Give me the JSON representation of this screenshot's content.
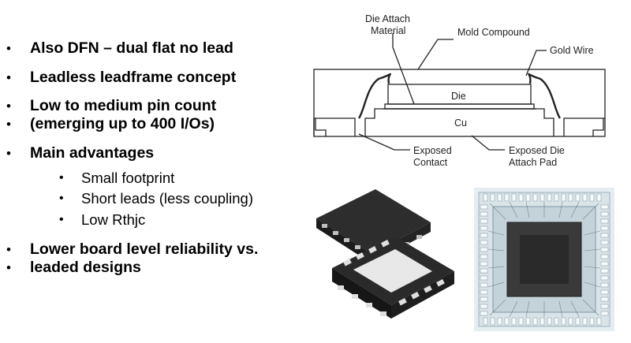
{
  "bullets": {
    "b1": "Also DFN – dual flat no lead",
    "b2": "Leadless leadframe concept",
    "b3_line1": "Low to medium pin count",
    "b3_line2": "(emerging up to 400 I/Os)",
    "b4": "Main advantages",
    "sub1": "Small footprint",
    "sub2": "Short leads (less coupling)",
    "sub3": "Low Rthjc",
    "b5_line1": "Lower board level reliability vs.",
    "b5_line2": "leaded designs"
  },
  "diagram": {
    "die_attach_line1": "Die Attach",
    "die_attach_line2": "Material",
    "mold_compound": "Mold Compound",
    "gold_wire": "Gold Wire",
    "die": "Die",
    "cu": "Cu",
    "exposed_contact_line1": "Exposed",
    "exposed_contact_line2": "Contact",
    "exposed_pad_line1": "Exposed Die",
    "exposed_pad_line2": "Attach Pad"
  }
}
